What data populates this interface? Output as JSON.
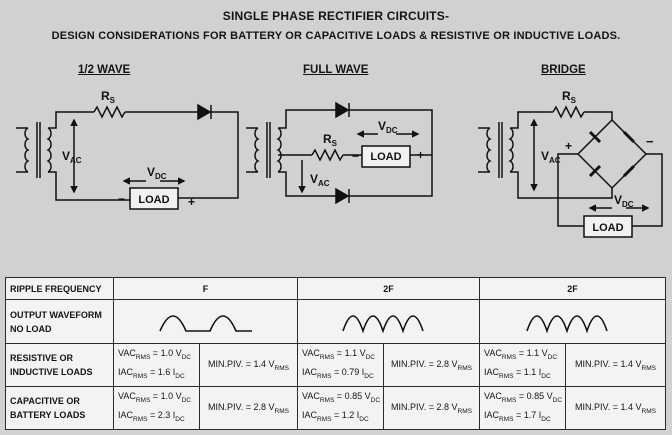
{
  "header": {
    "title_line1": "SINGLE PHASE RECTIFIER CIRCUITS-",
    "title_line2": "DESIGN CONSIDERATIONS FOR BATTERY OR CAPACITIVE LOADS & RESISTIVE OR INDUCTIVE LOADS."
  },
  "circuits": [
    {
      "title": "1/2 WAVE",
      "labels": {
        "rs": "R",
        "rs_sub": "S",
        "vac": "V",
        "vac_sub": "AC",
        "vdc": "V",
        "vdc_sub": "DC",
        "load": "LOAD",
        "minus": "−",
        "plus": "+"
      }
    },
    {
      "title": "FULL WAVE",
      "labels": {
        "rs": "R",
        "rs_sub": "S",
        "vac": "V",
        "vac_sub": "AC",
        "vdc": "V",
        "vdc_sub": "DC",
        "load": "LOAD",
        "minus": "−",
        "plus": "+"
      }
    },
    {
      "title": "BRIDGE",
      "labels": {
        "rs": "R",
        "rs_sub": "S",
        "vac": "V",
        "vac_sub": "AC",
        "vdc": "V",
        "vdc_sub": "DC",
        "load": "LOAD",
        "minus": "−",
        "plus": "+"
      }
    }
  ],
  "table": {
    "rows": {
      "ripple": "RIPPLE FREQUENCY",
      "waveform_1": "OUTPUT WAVEFORM",
      "waveform_2": "NO LOAD",
      "resistive_1": "RESISTIVE OR",
      "resistive_2": "INDUCTIVE LOADS",
      "capacitive_1": "CAPACITIVE OR",
      "capacitive_2": "BATTERY LOADS"
    },
    "ripple_freq": [
      "F",
      "2F",
      "2F"
    ],
    "resistive": [
      {
        "vac": "1.0",
        "iac": "1.6",
        "piv": "1.4"
      },
      {
        "vac": "1.1",
        "iac": "0.79",
        "piv": "2.8"
      },
      {
        "vac": "1.1",
        "iac": "1.1",
        "piv": "1.4"
      }
    ],
    "capacitive": [
      {
        "vac": "1.0",
        "iac": "2.3",
        "piv": "2.8"
      },
      {
        "vac": "0.85",
        "iac": "1.2",
        "piv": "2.8"
      },
      {
        "vac": "0.85",
        "iac": "1.7",
        "piv": "1.4"
      }
    ],
    "text": {
      "vac": "VAC",
      "vac_sub": "RMS",
      "iac": "IAC",
      "iac_sub": "RMS",
      "eq": " = ",
      "v": "V",
      "dc": "DC",
      "i": "I",
      "piv": "MIN.PIV. = ",
      "rms": "RMS"
    }
  }
}
